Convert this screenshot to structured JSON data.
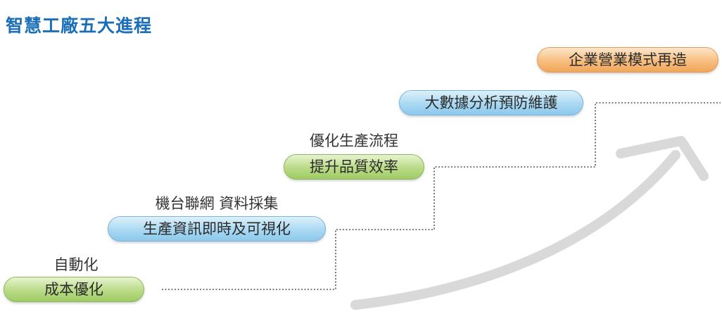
{
  "title": "智慧工廠五大進程",
  "stages": [
    {
      "caption": "自動化",
      "label": "成本優化",
      "color": "#a8d06c"
    },
    {
      "caption": "機台聯網  資料採集",
      "label": "生產資訊即時及可視化",
      "color": "#98cdef"
    },
    {
      "caption": "優化生產流程",
      "label": "提升品質效率",
      "color": "#a8d06c"
    },
    {
      "caption": "",
      "label": "大數據分析預防維護",
      "color": "#98cdef"
    },
    {
      "caption": "",
      "label": "企業營業模式再造",
      "color": "#f5b06a"
    }
  ],
  "colors": {
    "title": "#1b6fb8",
    "staircase_line": "#555555",
    "arrow": "#d9d9d9"
  },
  "icons": {
    "arrow": "curved-up-arrow-icon"
  }
}
